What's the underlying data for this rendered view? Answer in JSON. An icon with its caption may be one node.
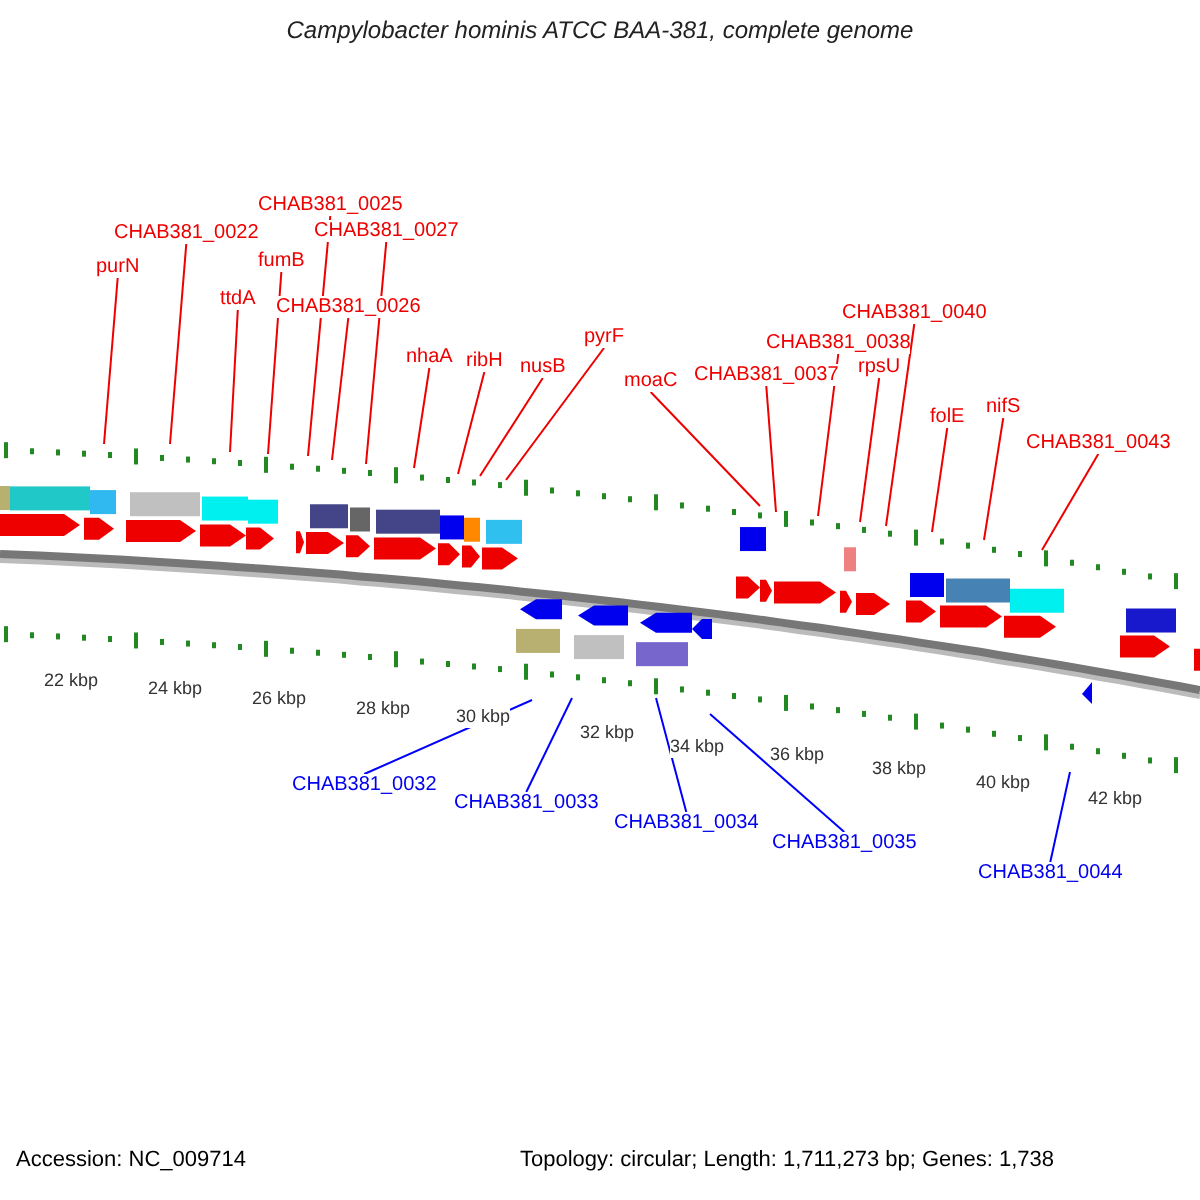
{
  "diagram": {
    "title": "Campylobacter hominis ATCC BAA-381, complete genome",
    "nodes": [
      {
        "text": [
          "CHAB381_0025"
        ]
      },
      {
        "text": [
          "CHAB381_0022"
        ]
      },
      {
        "text": [
          "CHAB381_0027"
        ]
      },
      {
        "text": [
          "purN"
        ]
      },
      {
        "text": [
          "fumB"
        ]
      },
      {
        "text": [
          "ttdA"
        ]
      },
      {
        "text": [
          "CHAB381_0026"
        ]
      },
      {
        "text": [
          "CHAB381_0040"
        ]
      },
      {
        "text": [
          "pyrF"
        ]
      },
      {
        "text": [
          "CHAB381_0038"
        ]
      },
      {
        "text": [
          "nhaA"
        ]
      },
      {
        "text": [
          "ribH"
        ]
      },
      {
        "text": [
          "nusB"
        ]
      },
      {
        "text": [
          "rpsU"
        ]
      },
      {
        "text": [
          "CHAB381_0037"
        ]
      },
      {
        "text": [
          "moaC"
        ]
      },
      {
        "text": [
          "nifS"
        ]
      },
      {
        "text": [
          "folE"
        ]
      },
      {
        "text": [
          "CHAB381_0043"
        ]
      },
      {
        "text": [
          "CHAB381_0032"
        ]
      },
      {
        "text": [
          "CHAB381_0033"
        ]
      },
      {
        "text": [
          "CHAB381_0034"
        ]
      },
      {
        "text": [
          "CHAB381_0035"
        ]
      },
      {
        "text": [
          "CHAB381_0044"
        ]
      }
    ],
    "edges": [
      {
        "from": 0,
        "to": null,
        "arrow": "none"
      },
      {
        "from": 1,
        "to": null,
        "arrow": "none"
      },
      {
        "from": 2,
        "to": null,
        "arrow": "none"
      },
      {
        "from": 3,
        "to": null,
        "arrow": "none"
      },
      {
        "from": 4,
        "to": null,
        "arrow": "none"
      },
      {
        "from": 5,
        "to": null,
        "arrow": "none"
      },
      {
        "from": 6,
        "to": null,
        "arrow": "none"
      },
      {
        "from": 7,
        "to": null,
        "arrow": "none"
      },
      {
        "from": 8,
        "to": null,
        "arrow": "none"
      },
      {
        "from": 9,
        "to": null,
        "arrow": "none"
      },
      {
        "from": 10,
        "to": null,
        "arrow": "none"
      },
      {
        "from": 11,
        "to": null,
        "arrow": "none"
      },
      {
        "from": 12,
        "to": null,
        "arrow": "none"
      },
      {
        "from": 13,
        "to": null,
        "arrow": "none"
      },
      {
        "from": 14,
        "to": null,
        "arrow": "none"
      },
      {
        "from": 15,
        "to": null,
        "arrow": "none"
      },
      {
        "from": 16,
        "to": null,
        "arrow": "none"
      },
      {
        "from": 17,
        "to": null,
        "arrow": "none"
      },
      {
        "from": 18,
        "to": null,
        "arrow": "none"
      },
      {
        "from": 19,
        "to": null,
        "arrow": "none",
        "color": "#0000ff"
      },
      {
        "from": 20,
        "to": null,
        "arrow": "none",
        "color": "#0000ff"
      },
      {
        "from": 21,
        "to": null,
        "arrow": "none",
        "color": "#0000ff"
      },
      {
        "from": 22,
        "to": null,
        "arrow": "none",
        "color": "#0000ff"
      },
      {
        "from": 23,
        "to": null,
        "arrow": "none",
        "color": "#0000ff"
      }
    ],
    "labels": [
      "22 kbp",
      "24 kbp",
      "26 kbp",
      "28 kbp",
      "30 kbp",
      "32 kbp",
      "34 kbp",
      "36 kbp",
      "38 kbp",
      "40 kbp",
      "42 kbp",
      "Accession: NC_009714",
      "Topology: circular; Length: 1,711,273 bp; Genes: 1,738"
    ]
  }
}
